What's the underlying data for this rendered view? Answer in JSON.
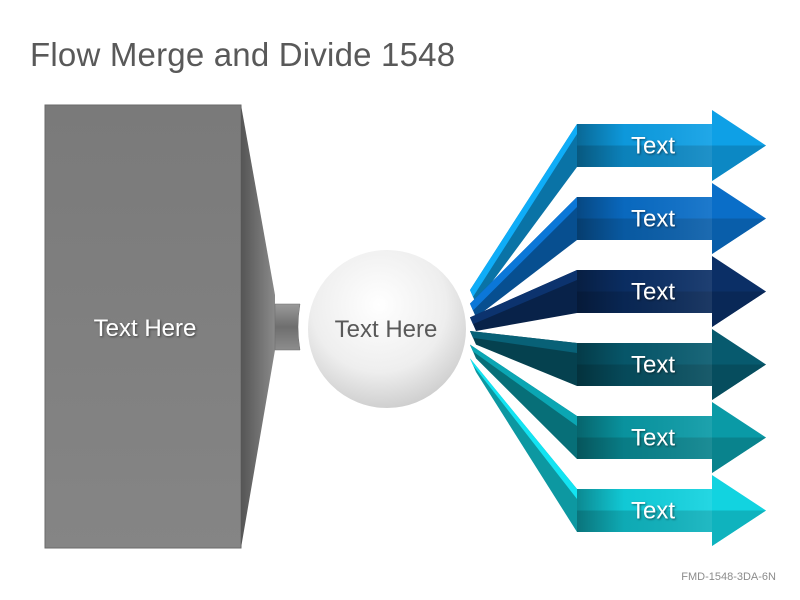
{
  "title": "Flow Merge and Divide 1548",
  "footer_code": "FMD-1548-3DA-6N",
  "source_box": {
    "label": "Text Here",
    "color": "#7f7f7f"
  },
  "hub": {
    "label": "Text Here"
  },
  "arrows": [
    {
      "label": "Text",
      "color": "#0ea0e6"
    },
    {
      "label": "Text",
      "color": "#0a6ec8"
    },
    {
      "label": "Text",
      "color": "#0b2f66"
    },
    {
      "label": "Text",
      "color": "#075a6e"
    },
    {
      "label": "Text",
      "color": "#0a9aa6"
    },
    {
      "label": "Text",
      "color": "#12d3e0"
    }
  ]
}
